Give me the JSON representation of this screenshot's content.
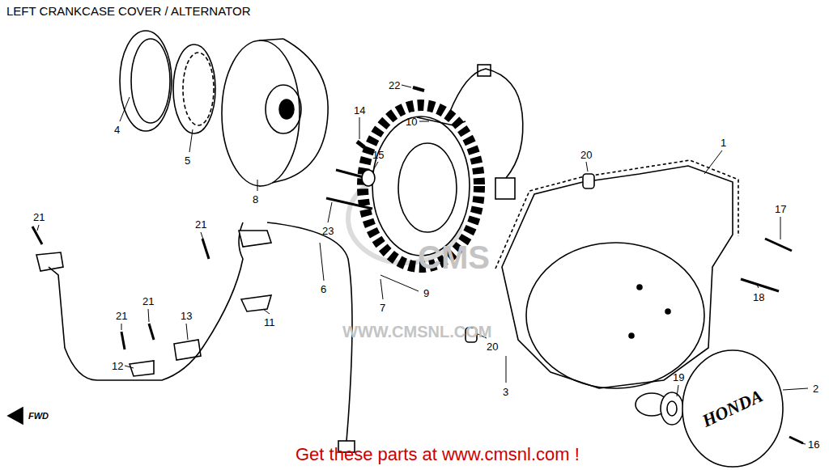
{
  "diagram": {
    "title": "LEFT CRANKCASE COVER / ALTERNATOR",
    "caption": "Get these parts at www.cmsnl.com !",
    "labels": [
      "22",
      "10",
      "14",
      "15",
      "20",
      "1",
      "4",
      "5",
      "8",
      "23",
      "17",
      "21",
      "21",
      "6",
      "11",
      "9",
      "7",
      "18",
      "21",
      "21",
      "13",
      "12",
      "20",
      "3",
      "19",
      "2",
      "16",
      "FWD",
      "HONDA",
      "CMS",
      "WWW.CMSNL.COM"
    ]
  }
}
